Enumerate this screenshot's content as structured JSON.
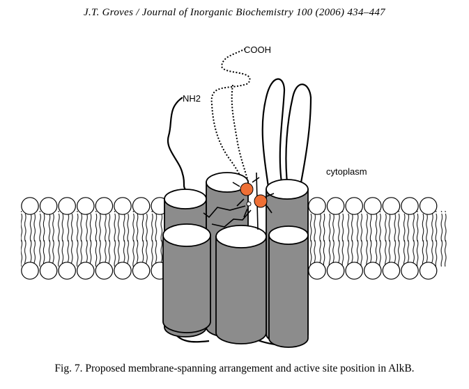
{
  "header": {
    "running_head": "J.T. Groves / Journal of Inorganic Biochemistry 100 (2006) 434–447"
  },
  "figure": {
    "labels": {
      "c_terminus": "COOH",
      "n_terminus": "NH2",
      "compartment": "cytoplasm"
    },
    "colors": {
      "helix_fill": "#8c8c8c",
      "helix_top": "#ffffff",
      "iron_atom": "#ee6f35",
      "lipid_head": "#ffffff",
      "line": "#000000"
    },
    "elements": [
      "lipid-bilayer",
      "transmembrane-helices",
      "di-iron-active-site"
    ]
  },
  "caption": {
    "text": "Fig. 7.  Proposed membrane-spanning arrangement and active site position in AlkB."
  }
}
